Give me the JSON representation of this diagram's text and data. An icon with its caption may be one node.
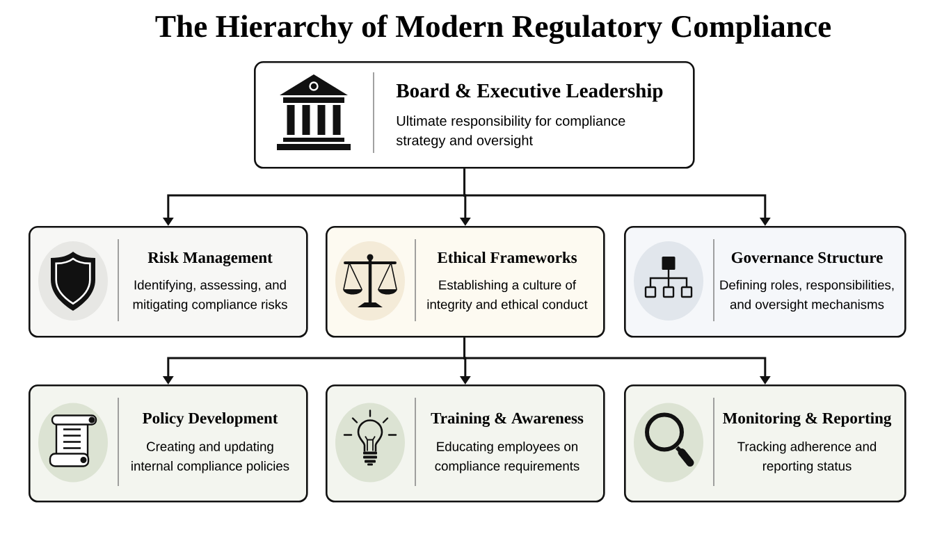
{
  "diagram": {
    "title": "The Hierarchy of Modern Regulatory Compliance",
    "nodes": [
      {
        "text": [
          "Board & Executive Leadership",
          "Ultimate responsibility for compliance strategy and oversight"
        ]
      },
      {
        "text": [
          "Risk Management",
          "Identifying, assessing, and mitigating compliance risks"
        ]
      },
      {
        "text": [
          "Ethical Frameworks",
          "Establishing a culture of integrity and ethical conduct"
        ]
      },
      {
        "text": [
          "Governance Structure",
          "Defining roles, responsibilities, and oversight mechanisms"
        ]
      },
      {
        "text": [
          "Policy Development",
          "Creating and updating internal compliance policies"
        ]
      },
      {
        "text": [
          "Training & Awareness",
          "Educating employees on compliance requirements"
        ]
      },
      {
        "text": [
          "Monitoring & Reporting",
          "Tracking adherence and reporting status"
        ]
      }
    ],
    "edges": [
      {
        "from": 0,
        "to": 1,
        "arrow": "to"
      },
      {
        "from": 0,
        "to": 2,
        "arrow": "to"
      },
      {
        "from": 0,
        "to": 3,
        "arrow": "to"
      },
      {
        "from": 2,
        "to": 4,
        "arrow": "to"
      },
      {
        "from": 2,
        "to": 5,
        "arrow": "to"
      },
      {
        "from": 2,
        "to": 6,
        "arrow": "to"
      }
    ]
  }
}
